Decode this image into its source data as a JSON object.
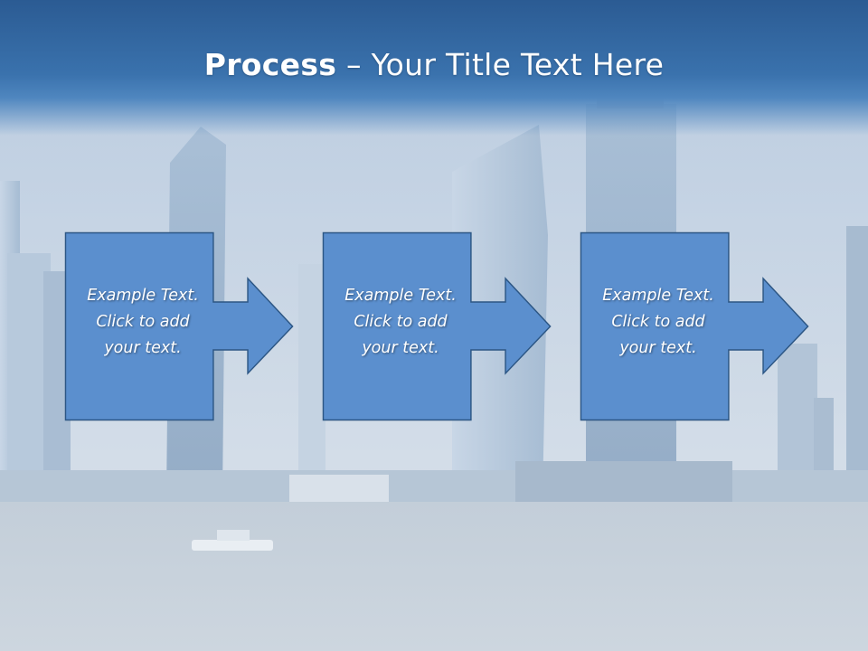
{
  "slide": {
    "title_bold": "Process",
    "title_rest": " – Your Title Text Here"
  },
  "steps": [
    {
      "line1": "Example Text.",
      "line2": "Click  to add",
      "line3": "your text."
    },
    {
      "line1": "Example Text.",
      "line2": "Click  to add",
      "line3": "your text."
    },
    {
      "line1": "Example Text.",
      "line2": "Click  to add",
      "line3": "your text."
    }
  ],
  "colors": {
    "title_band": "#2b5b93",
    "box_fill": "#5b8fce",
    "box_border": "#2c5684",
    "text": "#ffffff"
  }
}
